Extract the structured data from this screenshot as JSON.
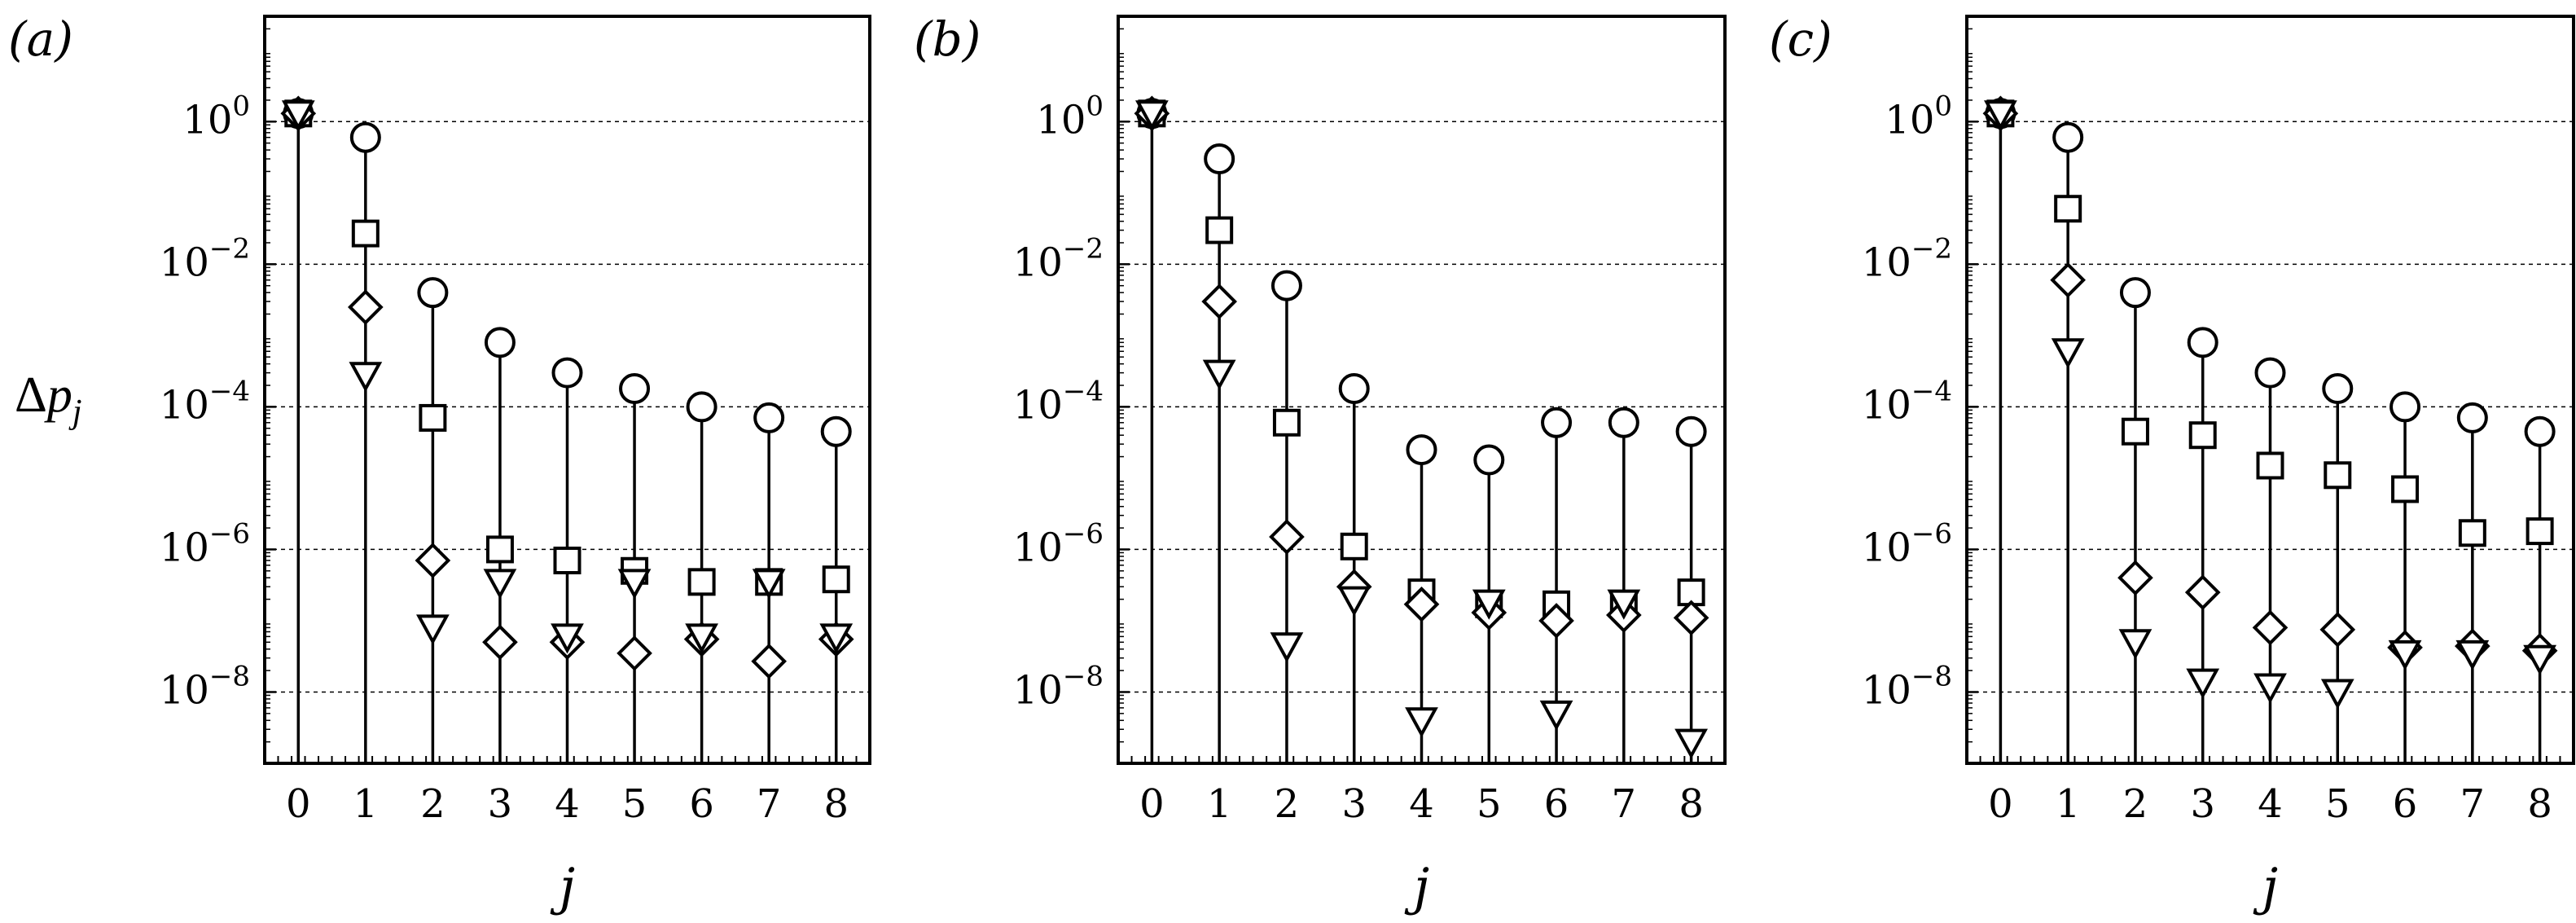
{
  "chart_data": [
    {
      "type": "scatter",
      "panel_label": "(a)",
      "xlabel": "j",
      "ylabel": "Δp_j",
      "yscale": "log",
      "ylim": [
        1e-09,
        30.0
      ],
      "x": [
        0,
        1,
        2,
        3,
        4,
        5,
        6,
        7,
        8
      ],
      "yticks": [
        1.0,
        0.01,
        0.0001,
        1e-06,
        1e-08
      ],
      "ytick_exponents": [
        "0",
        "−2",
        "−4",
        "−6",
        "−8"
      ],
      "grid": "horizontal-dashed",
      "series": [
        {
          "marker": "circle",
          "values": [
            1.3,
            0.6,
            0.004,
            0.0008,
            0.0003,
            0.00018,
            0.0001,
            7e-05,
            4.5e-05
          ]
        },
        {
          "marker": "square",
          "values": [
            1.3,
            0.027,
            7e-05,
            1e-06,
            7e-07,
            5e-07,
            3.5e-07,
            3.5e-07,
            3.8e-07
          ]
        },
        {
          "marker": "diamond",
          "values": [
            1.3,
            0.0025,
            7e-07,
            5e-08,
            5e-08,
            3.5e-08,
            5.5e-08,
            2.7e-08,
            5.5e-08
          ]
        },
        {
          "marker": "triangle-down",
          "values": [
            1.3,
            0.00028,
            8e-08,
            3.5e-07,
            6e-08,
            3.5e-07,
            6e-08,
            3.5e-07,
            6e-08
          ]
        }
      ]
    },
    {
      "type": "scatter",
      "panel_label": "(b)",
      "xlabel": "j",
      "ylabel": "",
      "yscale": "log",
      "ylim": [
        1e-09,
        30.0
      ],
      "x": [
        0,
        1,
        2,
        3,
        4,
        5,
        6,
        7,
        8
      ],
      "yticks": [
        1.0,
        0.01,
        0.0001,
        1e-06,
        1e-08
      ],
      "ytick_exponents": [
        "0",
        "−2",
        "−4",
        "−6",
        "−8"
      ],
      "grid": "horizontal-dashed",
      "series": [
        {
          "marker": "circle",
          "values": [
            1.3,
            0.3,
            0.005,
            0.00018,
            2.5e-05,
            1.8e-05,
            6e-05,
            6e-05,
            4.5e-05
          ]
        },
        {
          "marker": "square",
          "values": [
            1.3,
            0.03,
            6e-05,
            1.1e-06,
            2.5e-07,
            1.7e-07,
            1.7e-07,
            1.7e-07,
            2.5e-07
          ]
        },
        {
          "marker": "diamond",
          "values": [
            1.3,
            0.003,
            1.5e-06,
            3e-07,
            1.7e-07,
            1.3e-07,
            1e-07,
            1.2e-07,
            1.1e-07
          ]
        },
        {
          "marker": "triangle-down",
          "values": [
            1.3,
            0.0003,
            4.5e-08,
            2e-07,
            4e-09,
            1.8e-07,
            5e-09,
            1.8e-07,
            2e-09
          ]
        }
      ]
    },
    {
      "type": "scatter",
      "panel_label": "(c)",
      "xlabel": "j",
      "ylabel": "",
      "yscale": "log",
      "ylim": [
        1e-09,
        30.0
      ],
      "x": [
        0,
        1,
        2,
        3,
        4,
        5,
        6,
        7,
        8
      ],
      "yticks": [
        1.0,
        0.01,
        0.0001,
        1e-06,
        1e-08
      ],
      "ytick_exponents": [
        "0",
        "−2",
        "−4",
        "−6",
        "−8"
      ],
      "grid": "horizontal-dashed",
      "series": [
        {
          "marker": "circle",
          "values": [
            1.3,
            0.6,
            0.004,
            0.0008,
            0.0003,
            0.00018,
            0.0001,
            7e-05,
            4.5e-05
          ]
        },
        {
          "marker": "square",
          "values": [
            1.3,
            0.06,
            4.5e-05,
            4e-05,
            1.5e-05,
            1.1e-05,
            7e-06,
            1.7e-06,
            1.8e-06
          ]
        },
        {
          "marker": "diamond",
          "values": [
            1.3,
            0.006,
            4e-07,
            2.5e-07,
            8e-08,
            7.5e-08,
            4.2e-08,
            4.4e-08,
            3.8e-08
          ]
        },
        {
          "marker": "triangle-down",
          "values": [
            1.3,
            0.0006,
            5e-08,
            1.4e-08,
            1.2e-08,
            1e-08,
            3.5e-08,
            3.5e-08,
            3e-08
          ]
        }
      ]
    }
  ]
}
